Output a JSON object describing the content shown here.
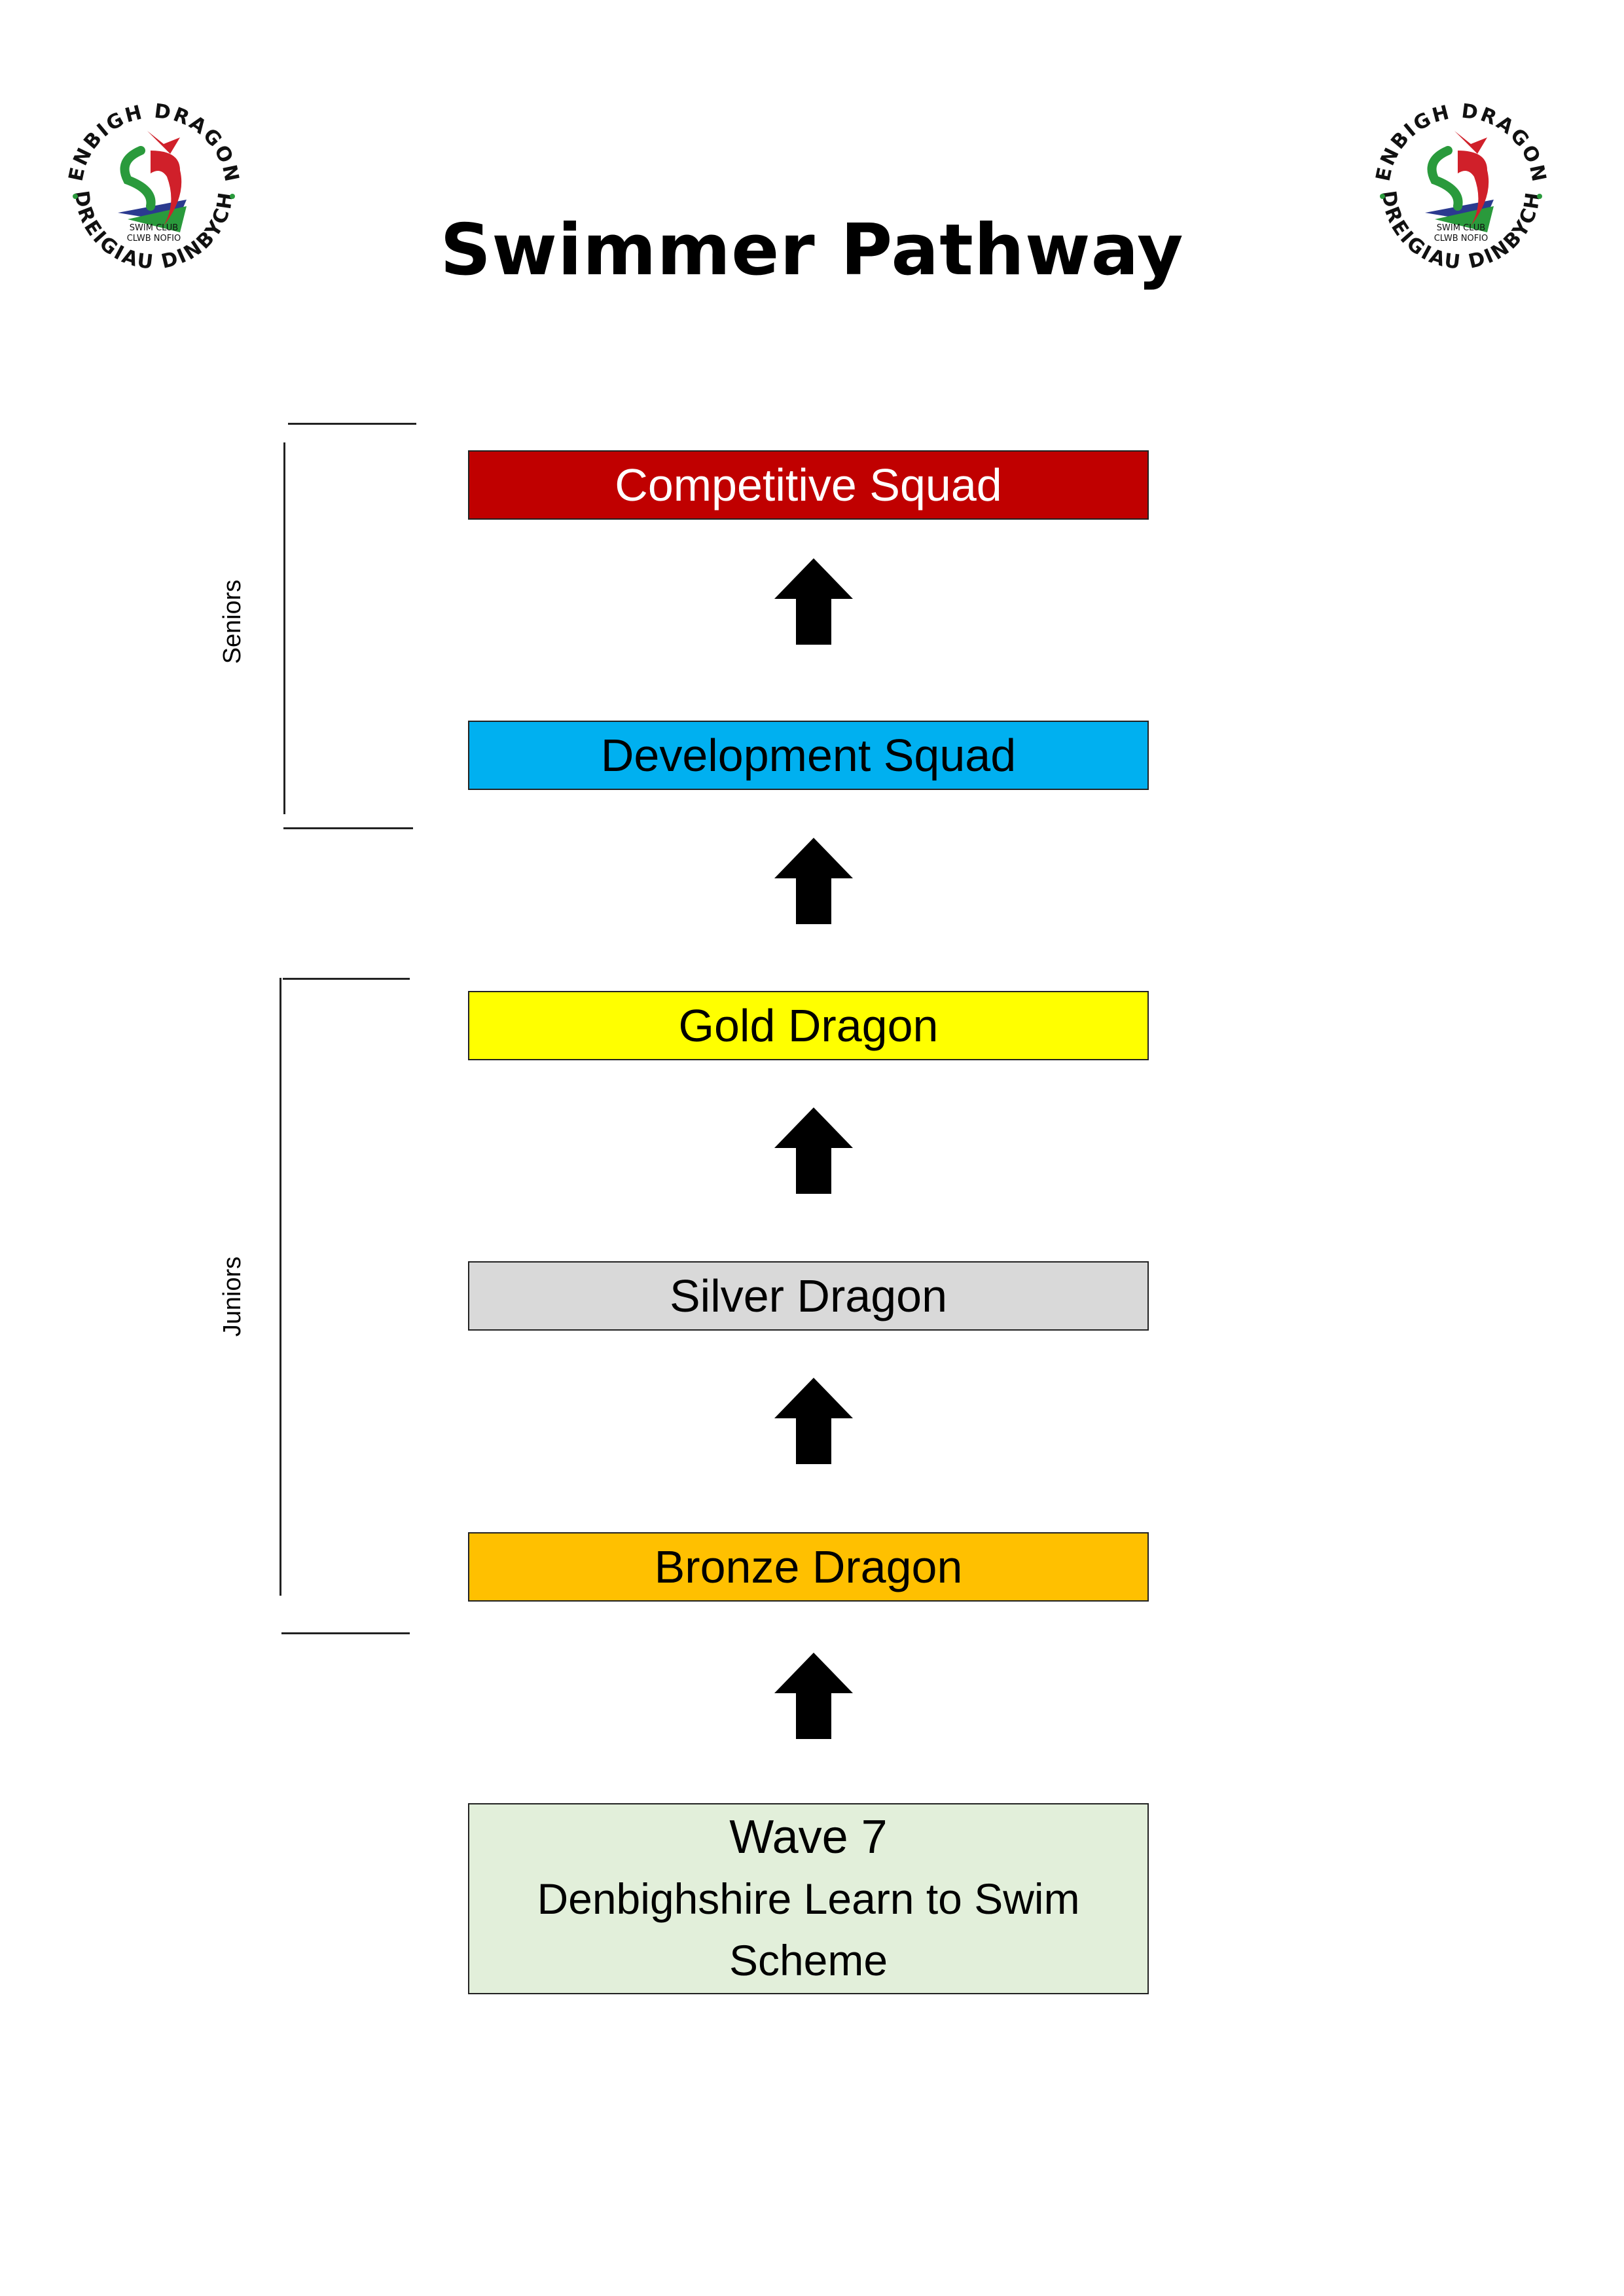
{
  "header": {
    "title": "Swimmer Pathway",
    "logo": {
      "icon": "denbigh-dragons-logo",
      "text_top": "DENBIGH DRAGONS",
      "text_bottom": "DREIGIAU DINBYCH",
      "text_center_line1": "SWIM CLUB",
      "text_center_line2": "CLWB NOFIO"
    }
  },
  "stages": [
    {
      "label": "Competitive Squad",
      "color": "#C00000",
      "text_color": "#FFFFFF"
    },
    {
      "label": "Development Squad",
      "color": "#00B0F0",
      "text_color": "#000000"
    },
    {
      "label": "Gold Dragon",
      "color": "#FFFF00",
      "text_color": "#000000"
    },
    {
      "label": "Silver Dragon",
      "color": "#D9D9D9",
      "text_color": "#000000"
    },
    {
      "label": "Bronze Dragon",
      "color": "#FFC000",
      "text_color": "#000000"
    },
    {
      "label": "Wave 7",
      "line2": "Denbighshire Learn to Swim",
      "line3": "Scheme",
      "color": "#E2EFDA",
      "text_color": "#000000"
    }
  ],
  "groups": [
    {
      "label": "Seniors"
    },
    {
      "label": "Juniors"
    }
  ],
  "arrow_icon": "up-arrow-icon"
}
